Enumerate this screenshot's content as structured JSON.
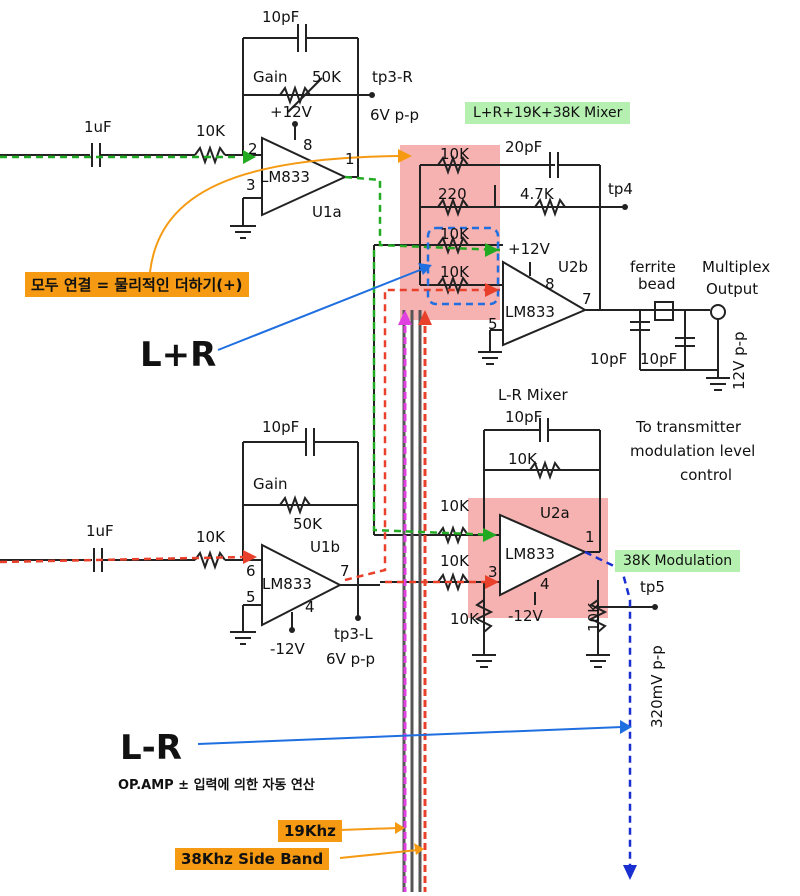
{
  "components": {
    "u1a": {
      "cap_top": "10pF",
      "gain": "Gain",
      "pot": "50K",
      "supply": "+12V",
      "pin8": "8",
      "pin2": "2",
      "pin3": "3",
      "pin1": "1",
      "chip": "LM833",
      "name": "U1a",
      "tp": "tp3-R",
      "pp": "6V p-p",
      "cin": "1uF",
      "rin": "10K"
    },
    "u1b": {
      "cap_top": "10pF",
      "gain": "Gain",
      "pot": "50K",
      "supply": "-12V",
      "pin6": "6",
      "pin5": "5",
      "pin7": "7",
      "pin4": "4",
      "chip": "LM833",
      "name": "U1b",
      "tp": "tp3-L",
      "pp": "6V p-p",
      "cin": "1uF",
      "rin": "10K"
    },
    "u2b": {
      "cap_top": "20pF",
      "r_fb": "10K",
      "r_220": "220",
      "r_47k": "4.7K",
      "tp": "tp4",
      "r_in1": "10K",
      "r_in2": "10K",
      "supply": "+12V",
      "pin8": "8",
      "pin7": "7",
      "pin5": "5",
      "chip": "LM833",
      "name": "U2b",
      "ferrite1": "ferrite",
      "ferrite2": "bead",
      "mux1": "Multiplex",
      "mux2": "Output",
      "c1": "10pF",
      "c2": "10pF",
      "vpp": "12V p-p",
      "note1": "To transmitter",
      "note2": "modulation level",
      "note3": "control"
    },
    "u2a": {
      "title": "L-R Mixer",
      "cap_top": "10pF",
      "r_fb": "10K",
      "r_in1": "10K",
      "r_in2": "10K",
      "pin1": "1",
      "pin3": "3",
      "pin4": "4",
      "supply": "-12V",
      "r_gnd": "10K",
      "r_pot": "10K",
      "chip": "LM833",
      "name": "U2a",
      "tp": "tp5",
      "mv": "320mV p-p"
    }
  },
  "annotations": {
    "mixer_title": "L+R+19K+38K Mixer",
    "modulation": "38K Modulation",
    "connect_note": "모두 연결 = 물리적인 더하기(+)",
    "lr_sum": "L+R",
    "lr_diff": "L-R",
    "opamp_note": "OP.AMP ± 입력에 의한 자동 연산",
    "pilot": "19Khz",
    "sideband": "38Khz Side Band"
  },
  "colors": {
    "highlight": "#f4a3a3",
    "orange": "#f59a12",
    "green_note": "#b5f0b0",
    "green_wire": "#22aa22",
    "red_wire": "#e8402a",
    "blue_wire": "#1a2fd0",
    "magenta_wire": "#e040e0",
    "arrow_blue": "#1f6fe0"
  }
}
